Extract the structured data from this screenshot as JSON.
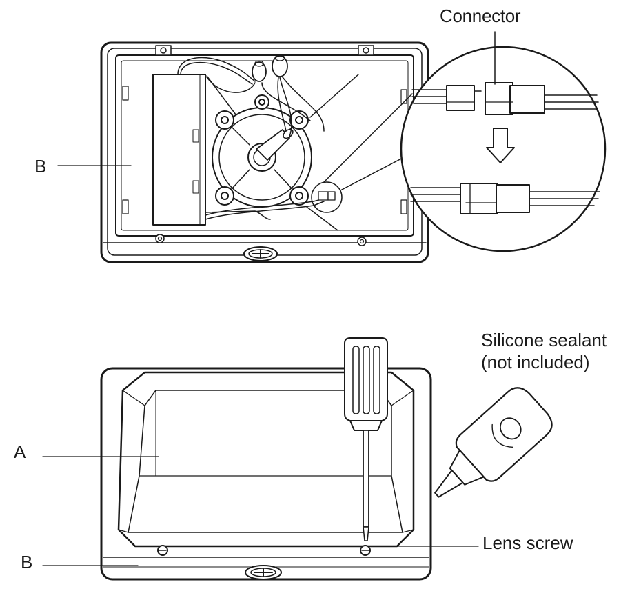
{
  "callouts": {
    "connector": "Connector",
    "b_top": "B",
    "silicone_line1": "Silicone sealant",
    "silicone_line2": "(not included)",
    "a": "A",
    "lens_screw": "Lens screw",
    "b_bottom": "B"
  },
  "icons": [
    "screw-head-icon",
    "screwdriver-icon",
    "sealant-bottle-icon",
    "arrow-down-icon"
  ]
}
